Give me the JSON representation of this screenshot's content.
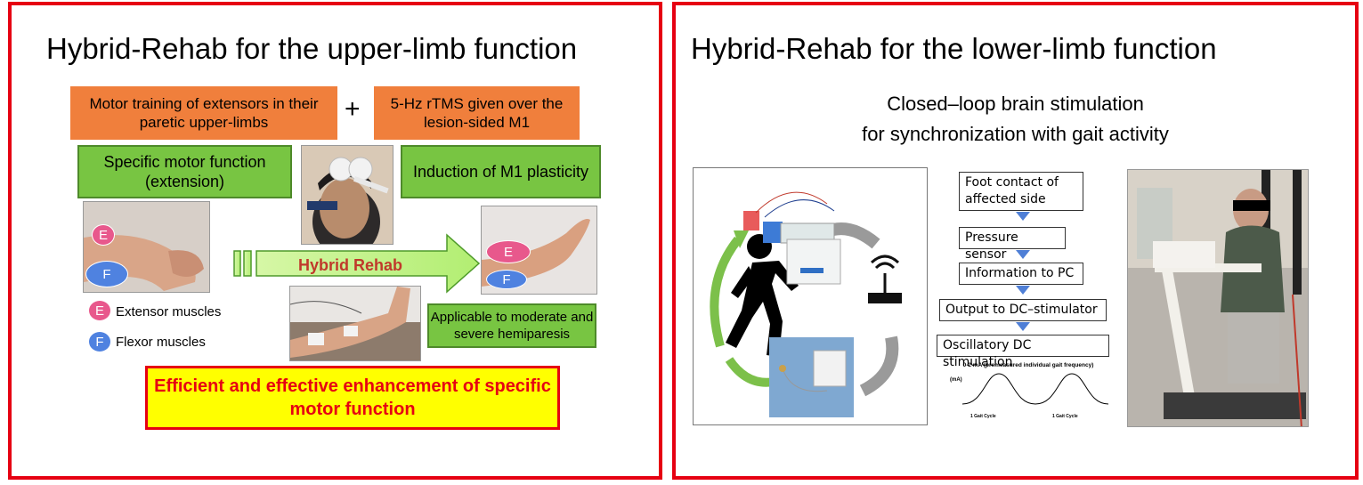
{
  "left": {
    "title": "Hybrid-Rehab for the upper-limb function",
    "motor_training": "Motor training of extensors in their paretic upper-limbs",
    "plus": "+",
    "rtms": "5-Hz rTMS given over the lesion-sided M1",
    "specific_motor": "Specific motor function (extension)",
    "induction": "Induction of M1 plasticity",
    "hybrid_label": "Hybrid Rehab",
    "applicable": "Applicable to moderate and severe hemiparesis",
    "badge_e": "E",
    "badge_f": "F",
    "legend": [
      {
        "letter": "E",
        "label": "Extensor muscles"
      },
      {
        "letter": "F",
        "label": "Flexor muscles"
      }
    ],
    "efficient": "Efficient and effective enhancement of specific motor function"
  },
  "right": {
    "title": "Hybrid-Rehab for the lower-limb function",
    "subtitle_1": "Closed–loop brain stimulation",
    "subtitle_2": "for synchronization with gait activity",
    "flow": [
      "Foot contact of affected side",
      "Pressure sensor",
      "Information to PC",
      "Output to DC–stimulator",
      "Oscillatory DC stimulation"
    ],
    "wave_caption": "0-2 mA (premeasured individual gait frequency)",
    "wave_unit": "(mA)",
    "gait_cycle_1": "1 Gait Cycle",
    "gait_cycle_2": "1 Gait Cycle"
  },
  "colors": {
    "frame_red": "#e60012",
    "orange": "#f07f3c",
    "green": "#78c542",
    "yellow": "#ffff00",
    "extensor_pink": "#e8588c",
    "flexor_blue": "#4f82e0",
    "cycle_arrow_green": "#7cc04a"
  }
}
